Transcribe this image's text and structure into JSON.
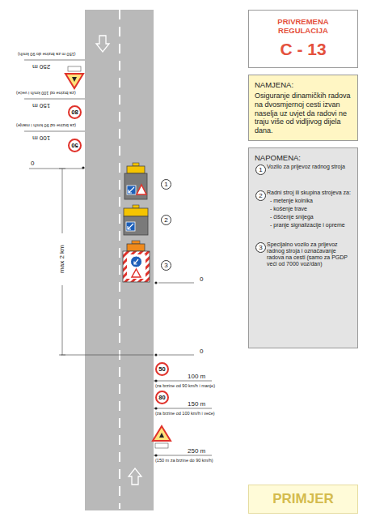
{
  "diagram": {
    "nodes": [
      {
        "text": [
          "PRIVREMENA REGULACIJA",
          "C - 13"
        ]
      },
      {
        "text": [
          "NAMJENA:",
          "Osiguranje dinamičkih radova na dvosmjernoj cesti izvan naselja uz uvjet da radovi ne traju više od vidljivog dijela dana."
        ]
      },
      {
        "text": [
          "NAPOMENA:"
        ]
      },
      {
        "text": [
          "1"
        ],
        "in": 2
      },
      {
        "text": [
          "2"
        ],
        "in": 2
      },
      {
        "text": [
          "3"
        ],
        "in": 2
      },
      {
        "text": [
          "80"
        ]
      },
      {
        "text": [
          "50"
        ]
      },
      {
        "text": [
          "1"
        ]
      },
      {
        "text": [
          "2"
        ]
      },
      {
        "text": [
          "3"
        ]
      },
      {
        "text": [
          "50"
        ]
      },
      {
        "text": [
          "80"
        ]
      },
      {
        "text": [
          "PRIMJER"
        ]
      }
    ],
    "edges": [],
    "labels": [
      "250 m",
      "(150 m za brzine do 90 km/h)",
      "150 m",
      "(za brzine od 100 km/h i veće)",
      "100 m",
      "(za brzine od 90 km/h i manje)",
      "0",
      "max 2 km",
      "0",
      "0",
      "100 m",
      "(za brzine od 90 km/h i manje)",
      "150 m",
      "(za brzine od 100 km/h i veće)",
      "250 m",
      "(150 m za brzine do 90 km/h)",
      "Vozilo za prijevoz radnog stroja",
      "Radni stroj ili skupina strojeva za:",
      "- metenje kolnika",
      "- košenje trave",
      "- čišćenje snijega",
      "- pranje signalizacije i opreme",
      "Specijalno vozilo za prijevoz radnog stroja i označavanje radova na cesti (samo za PGDP veći od 7000 voz/dan)"
    ]
  }
}
